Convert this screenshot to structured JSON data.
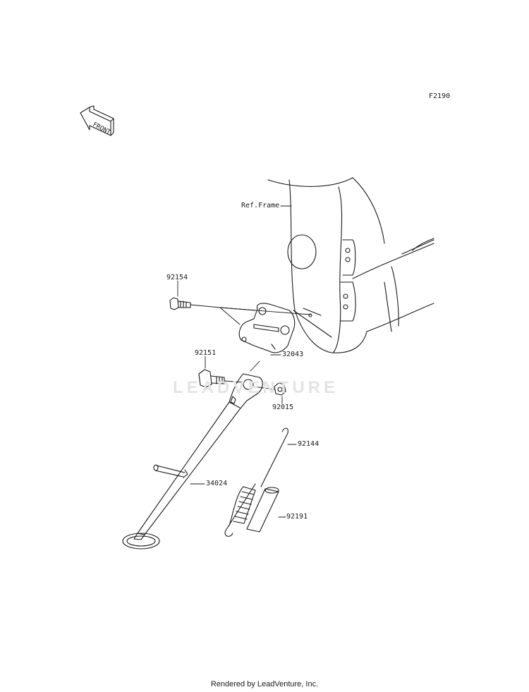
{
  "diagram_code": "F2190",
  "front_label": "FRONT",
  "ref_frame_label": "Ref.Frame",
  "watermark": "LEADVENTURE",
  "parts": [
    {
      "number": "92154"
    },
    {
      "number": "32043"
    },
    {
      "number": "92151"
    },
    {
      "number": "92015"
    },
    {
      "number": "92144"
    },
    {
      "number": "34024"
    },
    {
      "number": "92191"
    }
  ],
  "footer": "Rendered by LeadVenture, Inc.",
  "colors": {
    "line": "#1a1a1a",
    "background": "#ffffff",
    "watermark": "#e4e4e4"
  }
}
